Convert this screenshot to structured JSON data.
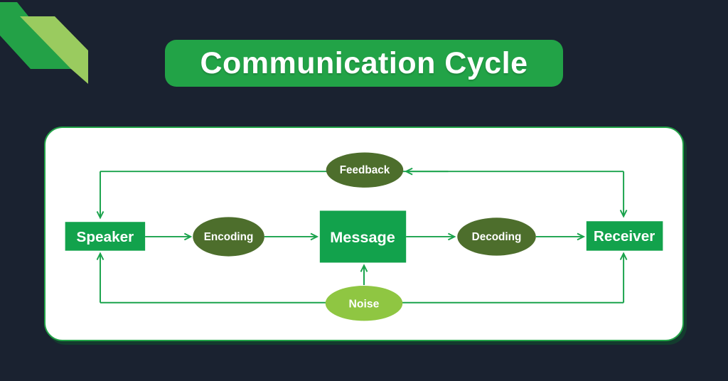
{
  "page": {
    "background_color": "#1a2230"
  },
  "decoration": {
    "dark_stripe_color": "#23a147",
    "light_stripe_color": "#9acb5f"
  },
  "title": {
    "text": "Communication Cycle",
    "background_color": "#22a347",
    "text_color": "#ffffff"
  },
  "diagram": {
    "card_background": "#ffffff",
    "card_border_color": "#22a347",
    "arrow_color": "#1aa34c",
    "node_text_color": "#ffffff",
    "nodes": {
      "speaker": {
        "label": "Speaker",
        "shape": "rectangle",
        "color": "#12a24c"
      },
      "encoding": {
        "label": "Encoding",
        "shape": "ellipse",
        "color": "#4d6e2c"
      },
      "message": {
        "label": "Message",
        "shape": "rectangle",
        "color": "#12a24c"
      },
      "decoding": {
        "label": "Decoding",
        "shape": "ellipse",
        "color": "#4d6e2c"
      },
      "receiver": {
        "label": "Receiver",
        "shape": "rectangle",
        "color": "#12a24c"
      },
      "feedback": {
        "label": "Feedback",
        "shape": "ellipse",
        "color": "#4d6e2c"
      },
      "noise": {
        "label": "Noise",
        "shape": "ellipse",
        "color": "#8fc642"
      }
    },
    "edges": [
      {
        "from": "speaker",
        "to": "encoding"
      },
      {
        "from": "encoding",
        "to": "message"
      },
      {
        "from": "message",
        "to": "decoding"
      },
      {
        "from": "decoding",
        "to": "receiver"
      },
      {
        "from": "receiver",
        "to": "feedback"
      },
      {
        "from": "feedback",
        "to": "speaker"
      },
      {
        "from": "feedback",
        "to": "receiver"
      },
      {
        "from": "noise",
        "to": "speaker"
      },
      {
        "from": "noise",
        "to": "message"
      },
      {
        "from": "noise",
        "to": "receiver"
      }
    ]
  }
}
